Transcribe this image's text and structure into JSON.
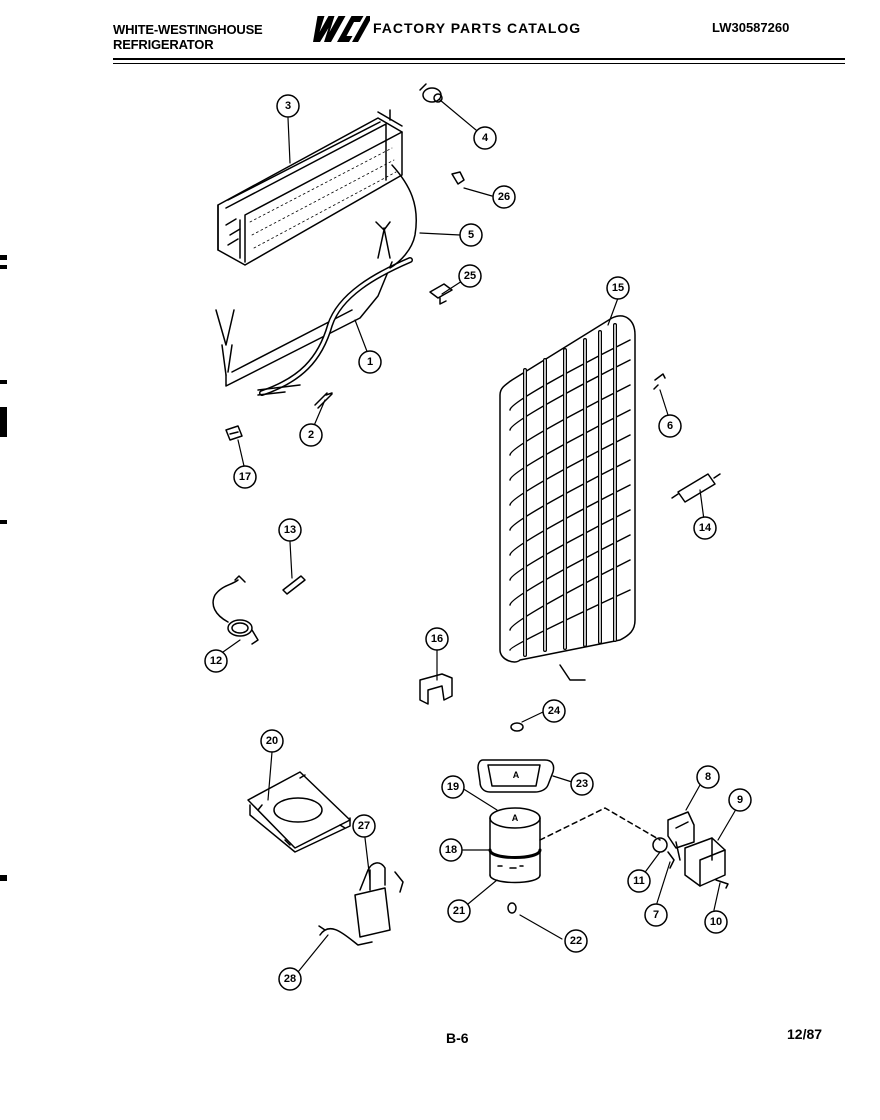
{
  "header": {
    "brand_line1": "WHITE-WESTINGHOUSE",
    "brand_line2": "REFRIGERATOR",
    "logo": "WCI",
    "catalog_title": "FACTORY PARTS CATALOG",
    "model_number": "LW30587260"
  },
  "callouts": [
    "1",
    "2",
    "3",
    "4",
    "5",
    "6",
    "7",
    "8",
    "9",
    "10",
    "11",
    "12",
    "13",
    "14",
    "15",
    "16",
    "17",
    "18",
    "19",
    "20",
    "21",
    "22",
    "23",
    "24",
    "25",
    "26",
    "27",
    "28"
  ],
  "part_labels": {
    "compressor_mark": "A",
    "cover_mark": "A"
  },
  "footer": {
    "page_number": "B-6",
    "date": "12/87"
  }
}
